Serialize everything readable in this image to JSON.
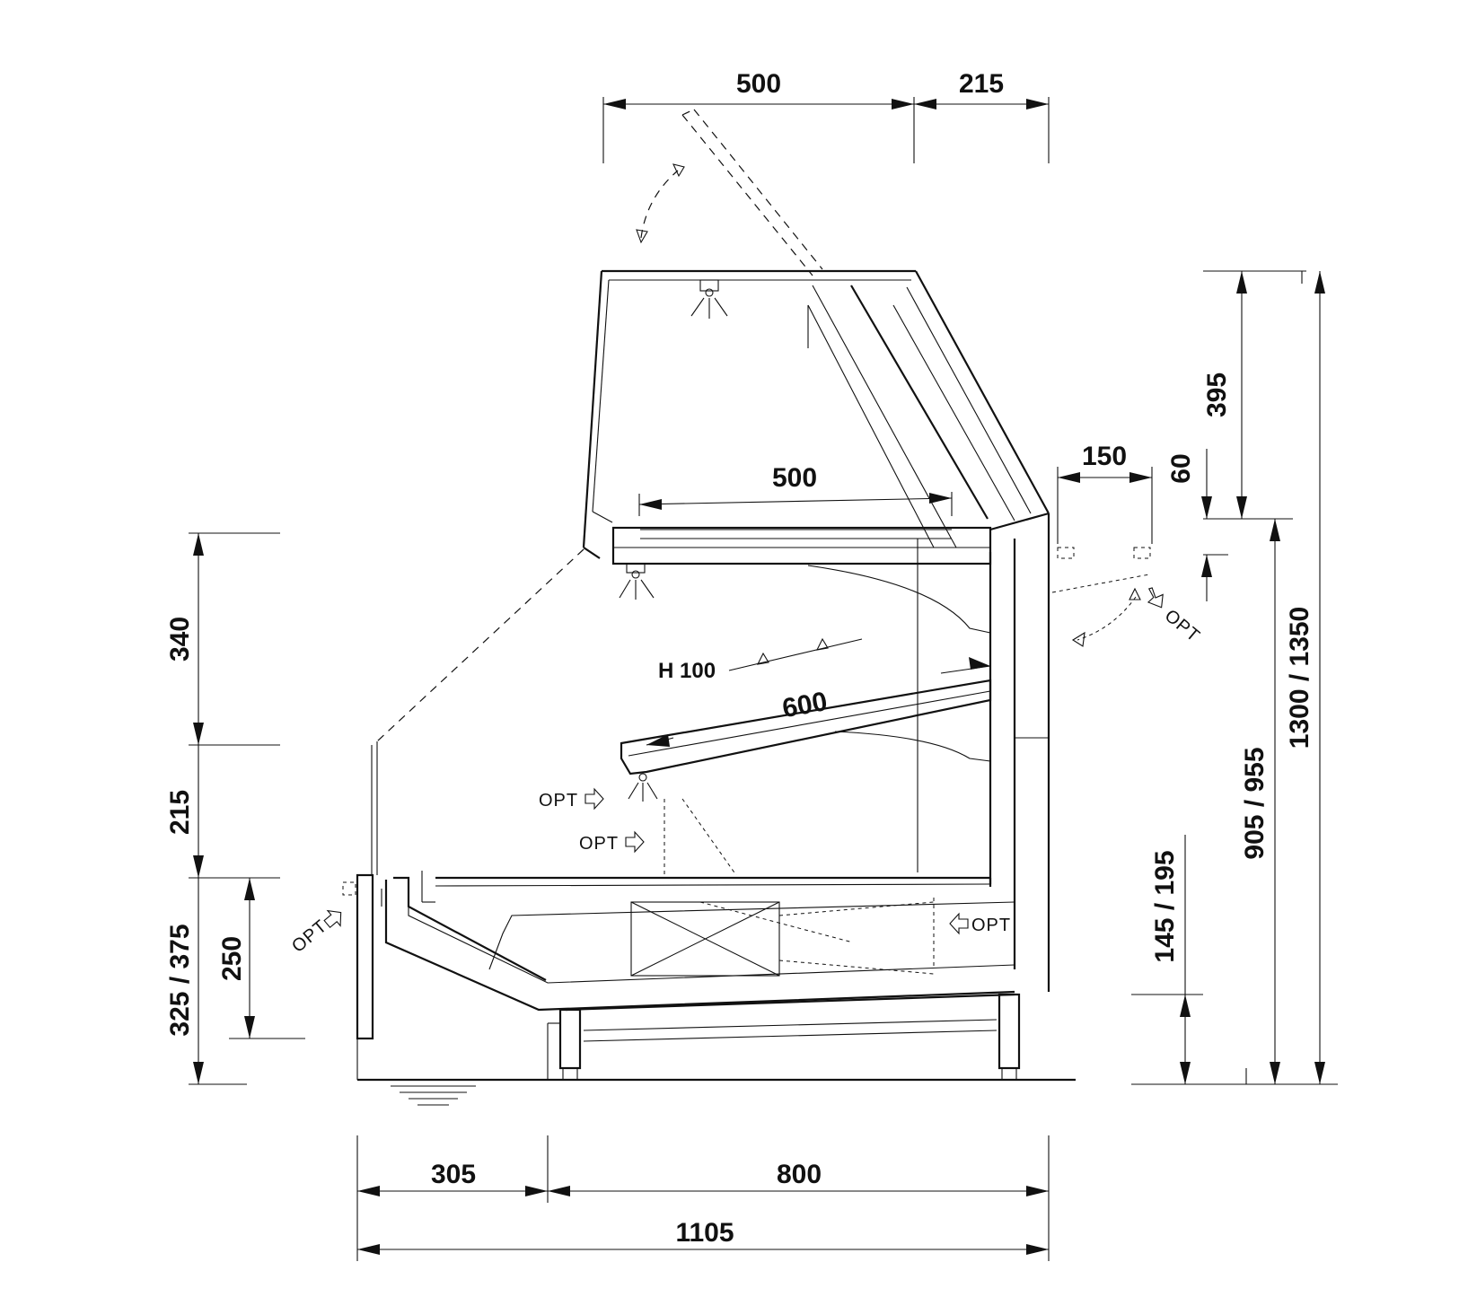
{
  "dimensions": {
    "top_glass_depth": "500",
    "top_rear_offset": "215",
    "shelf_depth": "500",
    "mid_shelf_length": "600",
    "shelf_height_label": "H 100",
    "rear_opt_width": "150",
    "rear_opt_height": "60",
    "canopy_height": "395",
    "overall_height": "1300 / 1350",
    "counter_height_right": "905 / 955",
    "base_height_right": "145 / 195",
    "upper_gap_left": "340",
    "mid_gap_left": "215",
    "counter_height_left": "325 / 375",
    "front_panel_height": "250",
    "front_offset": "305",
    "base_depth": "800",
    "overall_depth": "1105"
  },
  "options": {
    "opt_label": "OPT",
    "opt_front_kick": "OPT",
    "opt_rear_light": "OPT",
    "opt_light_1": "OPT",
    "opt_light_2": "OPT",
    "opt_base": "OPT"
  },
  "icons": [
    "lamp-icon",
    "rotate-arrow-icon",
    "option-arrow-icon",
    "floor-symbol-icon"
  ]
}
